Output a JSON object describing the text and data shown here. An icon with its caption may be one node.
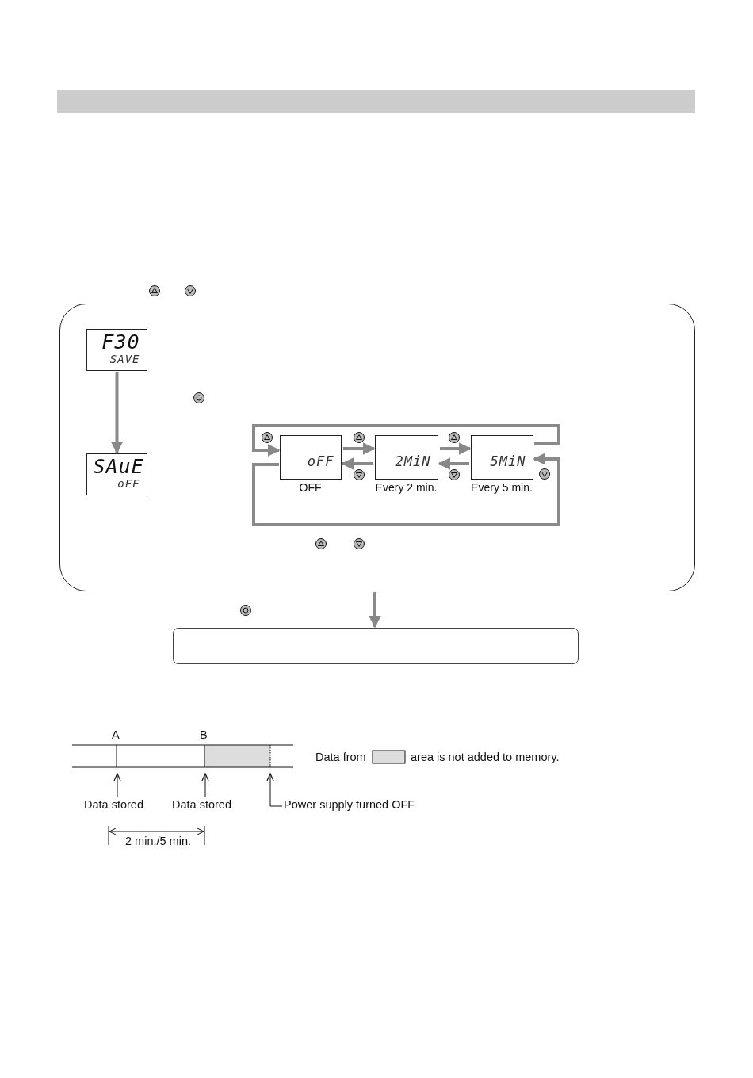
{
  "diagram": {
    "nodes": [
      {
        "text": [],
        "shape": "box"
      },
      {
        "text": [
          "F30",
          "SAVE"
        ],
        "in": 0
      },
      {
        "text": [
          "SAuE",
          "oFF"
        ],
        "in": 0
      },
      {
        "text": [
          "oFF"
        ],
        "beside": [
          "OFF"
        ],
        "in": 0
      },
      {
        "text": [
          "2MiN"
        ],
        "beside": [
          "Every 2 min."
        ],
        "in": 0
      },
      {
        "text": [
          "5MiN"
        ],
        "beside": [
          "Every 5 min."
        ],
        "in": 0
      },
      {
        "text": [],
        "shape": "box"
      },
      {
        "text": [
          "Data stored"
        ]
      },
      {
        "text": [
          "Data stored"
        ]
      },
      {
        "text": [
          "Power supply turned OFF"
        ]
      }
    ],
    "edges": [
      {
        "from": 1,
        "to": 2,
        "arrow": "to"
      },
      {
        "from": 3,
        "to": 4,
        "arrow": "to"
      },
      {
        "from": 4,
        "to": 3,
        "arrow": "to"
      },
      {
        "from": 4,
        "to": 5,
        "arrow": "to"
      },
      {
        "from": 5,
        "to": 4,
        "arrow": "to"
      },
      {
        "from": 5,
        "to": 3,
        "arrow": "to"
      },
      {
        "from": 3,
        "to": 5,
        "arrow": "to"
      },
      {
        "from": 0,
        "to": 6,
        "arrow": "to"
      },
      {
        "from": 7,
        "to": null,
        "arrow": "to",
        "color": "#111111"
      },
      {
        "from": 8,
        "to": null,
        "arrow": "to",
        "color": "#111111"
      },
      {
        "from": 9,
        "to": null,
        "arrow": "to",
        "color": "#111111"
      }
    ],
    "labels": [
      "A",
      "B",
      "Data from",
      "area is not added to memory.",
      "2 min./5 min."
    ]
  }
}
